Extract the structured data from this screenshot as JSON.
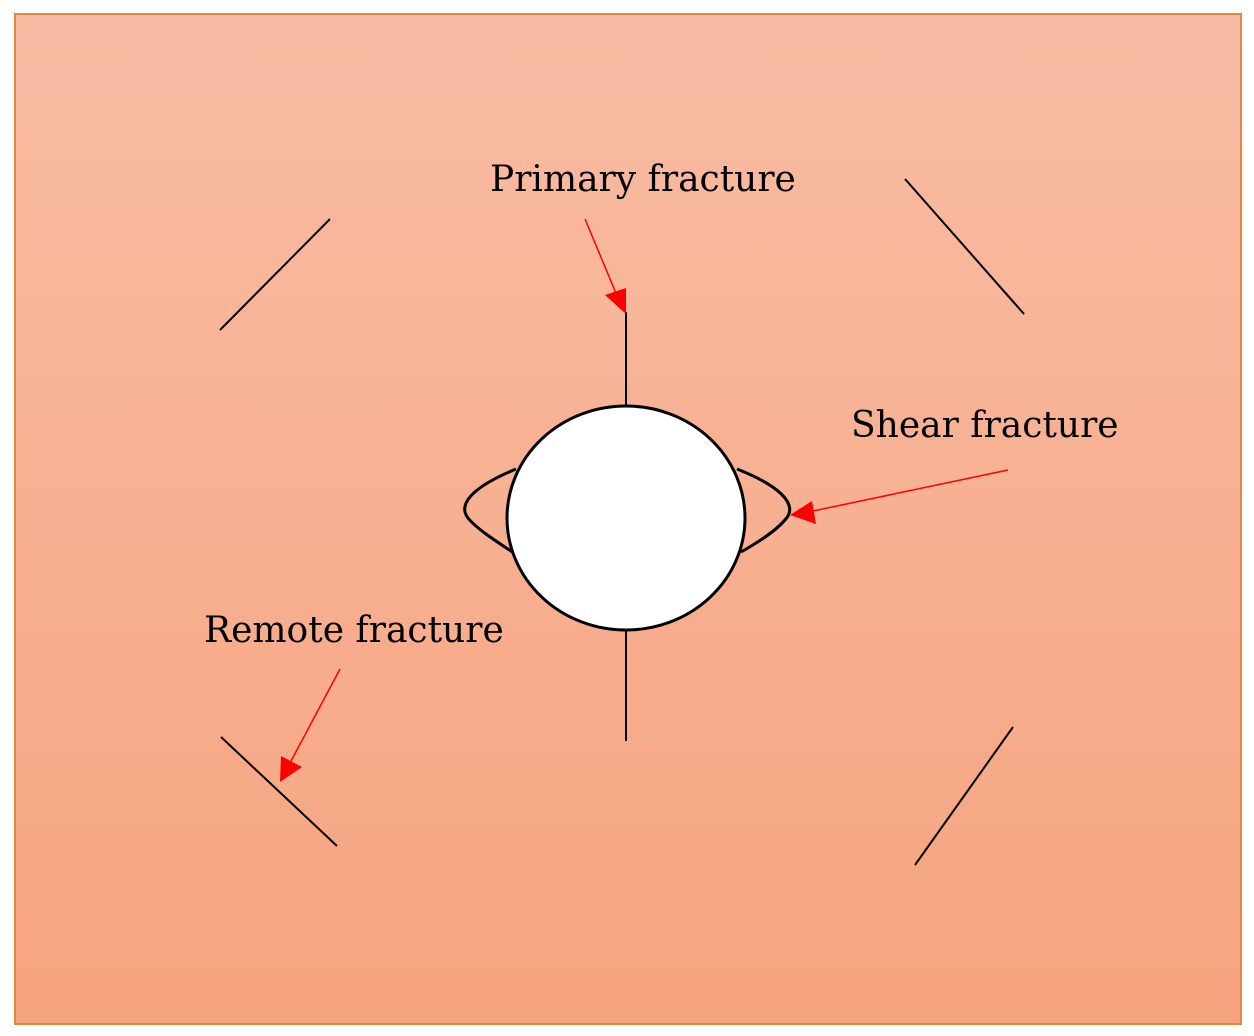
{
  "labels": {
    "primary": "Primary fracture",
    "shear": "Shear fracture",
    "remote": "Remote fracture"
  },
  "colors": {
    "panel_top": "#f8bca4",
    "panel_bottom": "#f6a47f",
    "panel_border": "#e8843e",
    "arrow": "#ff0000",
    "line": "#000000",
    "hole": "#ffffff"
  }
}
